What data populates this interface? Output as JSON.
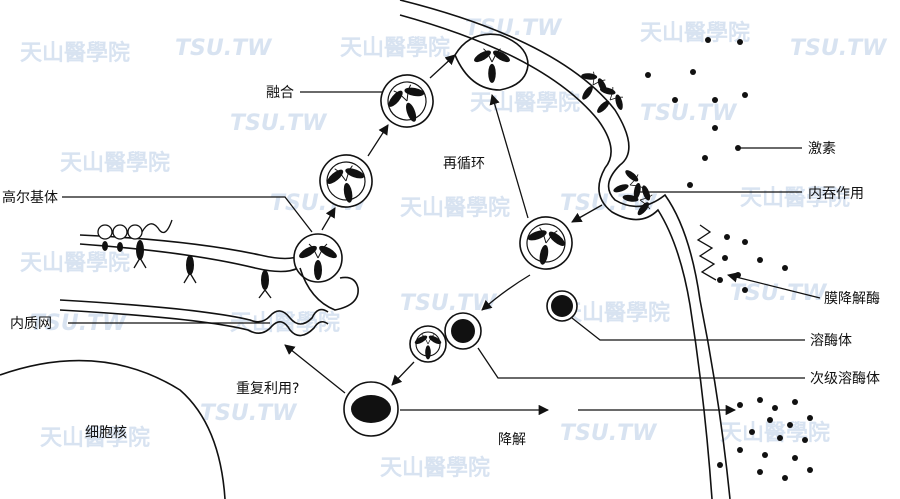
{
  "labels": {
    "fusion": "融合",
    "recycle": "再循环",
    "golgi": "高尔基体",
    "hormone": "激素",
    "endocytosis": "内吞作用",
    "er": "内质网",
    "membrane_protease": "膜降解酶",
    "lysosome": "溶酶体",
    "reuse": "重复利用?",
    "secondary_lysosome": "次级溶酶体",
    "degradation": "降解",
    "nucleus": "细胞核"
  },
  "watermark": {
    "brand": "天山醫學院",
    "site": "TSU.TW"
  }
}
